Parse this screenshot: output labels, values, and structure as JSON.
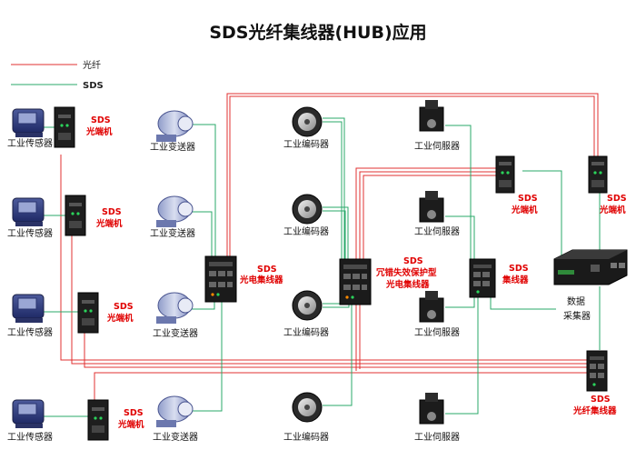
{
  "title": "SDS光纤集线器(HUB)应用",
  "legend": {
    "fiber": {
      "label": "光纤",
      "color": "#e03030"
    },
    "sds": {
      "label": "SDS",
      "color": "#2aa86a"
    }
  },
  "labels": {
    "sensor": "工业传感器",
    "transmitter": "工业变送器",
    "encoder": "工业编码器",
    "servo": "工业伺服器",
    "sds": "SDS",
    "transceiver": "光端机",
    "opto_hub": "光电集线器",
    "redundant_hub": "冗错失效保护型",
    "redundant_hub2": "光电集线器",
    "hub": "集线器",
    "data_line1": "数据",
    "data_line2": "采集器",
    "fiber_hub": "光纤集线器"
  }
}
